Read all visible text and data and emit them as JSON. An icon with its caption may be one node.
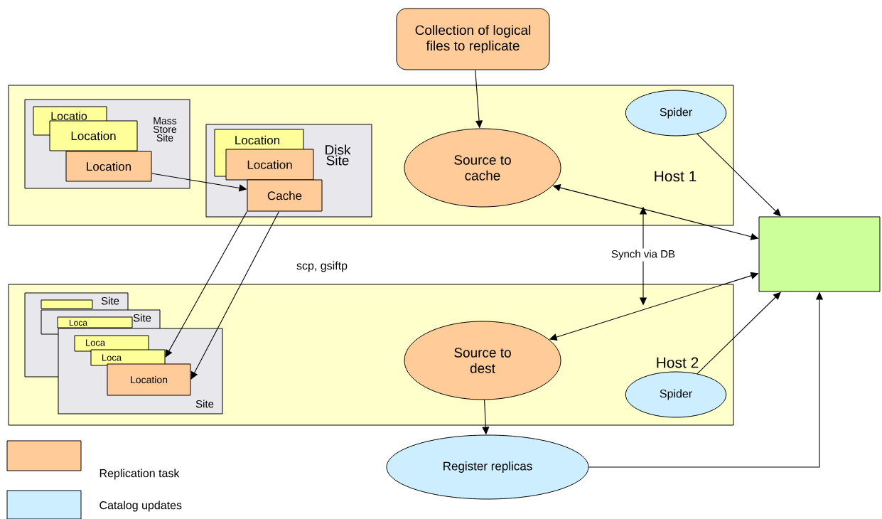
{
  "diagram": {
    "nodes": [
      {
        "text": [
          "Collection of logical files to replicate"
        ]
      },
      {
        "text": [
          "Host 1"
        ]
      },
      {
        "text": [
          "Mass Store Site"
        ],
        "in": 1
      },
      {
        "text": [
          "Locatio"
        ],
        "in": 2
      },
      {
        "text": [
          "Location"
        ],
        "in": 2
      },
      {
        "text": [
          "Location"
        ],
        "in": 2
      },
      {
        "text": [
          "Disk Site"
        ],
        "in": 1
      },
      {
        "text": [
          "Location"
        ],
        "in": 6
      },
      {
        "text": [
          "Location"
        ],
        "in": 6
      },
      {
        "text": [
          "Cache"
        ],
        "in": 6
      },
      {
        "text": [
          "Source to cache"
        ],
        "in": 1
      },
      {
        "text": [
          "Spider"
        ],
        "in": 1
      },
      {
        "text": [],
        "shape": "box"
      },
      {
        "text": [
          "Host 2"
        ]
      },
      {
        "text": [
          "Site"
        ],
        "in": 13
      },
      {
        "text": [],
        "shape": "box",
        "in": 14
      },
      {
        "text": [
          "Site"
        ],
        "in": 13
      },
      {
        "text": [
          "Loca"
        ]
      },
      {
        "text": [
          "Site"
        ],
        "in": 13
      },
      {
        "text": [
          "Loca"
        ],
        "in": 18
      },
      {
        "text": [
          "Loca"
        ],
        "in": 18
      },
      {
        "text": [
          "Location"
        ],
        "in": 18
      },
      {
        "text": [
          "Source to dest"
        ],
        "in": 13
      },
      {
        "text": [
          "Spider"
        ],
        "in": 13
      },
      {
        "text": [
          "Register replicas"
        ]
      }
    ],
    "edges": [
      {
        "from": 0,
        "to": 10,
        "arrow": "to"
      },
      {
        "from": 5,
        "to": 9,
        "arrow": "to"
      },
      {
        "from": 9,
        "to": 20,
        "arrow": "to"
      },
      {
        "from": 9,
        "to": 21,
        "arrow": "to"
      },
      {
        "from": 10,
        "to": 12,
        "arrow": "both"
      },
      {
        "from": 11,
        "to": 12,
        "arrow": "to"
      },
      {
        "from": 1,
        "to": 13,
        "arrow": "both",
        "label": "Synch via DB"
      },
      {
        "from": 22,
        "to": 12,
        "arrow": "both"
      },
      {
        "from": 23,
        "to": 12,
        "arrow": "to"
      },
      {
        "from": 22,
        "to": 24,
        "arrow": "to"
      },
      {
        "from": 24,
        "to": 12,
        "arrow": "to"
      }
    ],
    "labels": [
      "scp, gsiftp"
    ],
    "legend": [
      {
        "text": "Replication task",
        "color": "#ffcc99"
      },
      {
        "text": "Catalog updates",
        "color": "#cceeff"
      }
    ]
  }
}
